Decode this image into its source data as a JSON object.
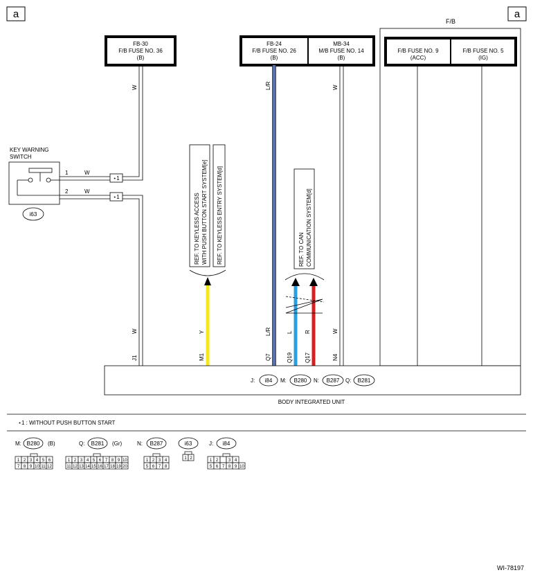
{
  "corner_labels": {
    "left": "a",
    "right": "a"
  },
  "fb_label": "F/B",
  "fuses": [
    {
      "id": "fb30",
      "l1": "FB-30",
      "l2": "F/B FUSE NO. 36",
      "l3": "(B)"
    },
    {
      "id": "fb24",
      "l1": "FB-24",
      "l2": "F/B FUSE NO. 26",
      "l3": "(B)"
    },
    {
      "id": "mb34",
      "l1": "MB-34",
      "l2": "M/B FUSE NO. 14",
      "l3": "(B)"
    },
    {
      "id": "fb9",
      "l1": "F/B FUSE NO. 9",
      "l2": "(ACC)"
    },
    {
      "id": "fb5",
      "l1": "F/B FUSE NO. 5",
      "l2": "(IG)"
    }
  ],
  "switch": {
    "l1": "KEY WARNING",
    "l2": "SWITCH",
    "connector": "i63",
    "pin1": "1",
    "pin2": "2",
    "wire1": "W",
    "wire2": "W",
    "marker": "⋆1"
  },
  "wire_colors": {
    "w": "W",
    "lr": "L/R",
    "y": "Y",
    "l": "L",
    "r": "R"
  },
  "terminals": {
    "j1": "J1",
    "m1": "M1",
    "q7": "Q7",
    "q19": "Q19",
    "q17": "Q17",
    "n4": "N4"
  },
  "refs": {
    "keyless_access_1": "REF. TO KEYLESS ACCESS",
    "keyless_access_2": "WITH PUSH BUTTON START SYSTEM[e]",
    "keyless_entry": "REF. TO KEYLESS ENTRY SYSTEM[d]",
    "can_1": "REF. TO CAN",
    "can_2": "COMMUNICATION SYSTEM[d]"
  },
  "unit": {
    "name": "BODY INTEGRATED UNIT",
    "connectors": [
      {
        "prefix": "J:",
        "code": "i84"
      },
      {
        "prefix": "M:",
        "code": "B280"
      },
      {
        "prefix": "N:",
        "code": "B287"
      },
      {
        "prefix": "Q:",
        "code": "B281"
      }
    ]
  },
  "note": "⋆1  : WITHOUT PUSH BUTTON START",
  "legend": [
    {
      "prefix": "M:",
      "code": "B280",
      "color": "(B)",
      "row1": [
        "1",
        "2",
        "3",
        "4",
        "5",
        "6"
      ],
      "row2": [
        "7",
        "8",
        "9",
        "10",
        "11",
        "12"
      ]
    },
    {
      "prefix": "Q:",
      "code": "B281",
      "color": "(Gr)",
      "row1": [
        "1",
        "2",
        "3",
        "4",
        "5",
        "6",
        "7",
        "8",
        "9",
        "10"
      ],
      "row2": [
        "11",
        "12",
        "13",
        "14",
        "15",
        "16",
        "17",
        "18",
        "19",
        "20"
      ]
    },
    {
      "prefix": "N:",
      "code": "B287",
      "color": "",
      "row1": [
        "1",
        "2",
        "3",
        "4"
      ],
      "row2": [
        "5",
        "6",
        "7",
        "8"
      ]
    },
    {
      "prefix": "",
      "code": "i63",
      "color": "",
      "row1": [
        "1",
        "2"
      ],
      "row2": []
    },
    {
      "prefix": "J:",
      "code": "i84",
      "color": "",
      "row1": [
        "1",
        "2",
        "",
        "3",
        "4"
      ],
      "row2": [
        "5",
        "6",
        "7",
        "8",
        "9",
        "10"
      ]
    }
  ],
  "figure_id": "WI-78197",
  "colors": {
    "blue_lr": "#5b6fae",
    "yellow": "#f5e81a",
    "light_blue": "#2a9fe0",
    "red": "#d42020"
  }
}
